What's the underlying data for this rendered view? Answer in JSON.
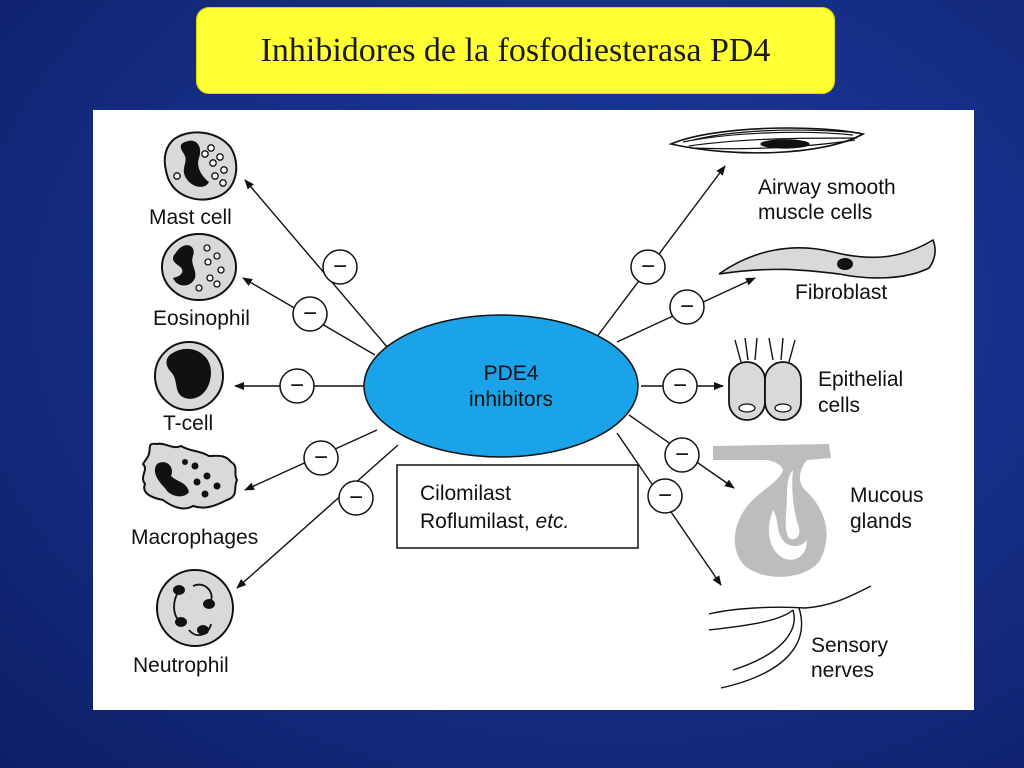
{
  "slide": {
    "title": "Inhibidores de la fosfodiesterasa PD4"
  },
  "diagram": {
    "center": {
      "line1": "PDE4",
      "line2": "inhibitors",
      "fill": "#1aa3e8"
    },
    "drug_box": {
      "line1": "Cilomilast",
      "line2": "Roflumilast, ",
      "line2_italic": "etc."
    },
    "inhibit_symbol": "−",
    "left_targets": [
      {
        "label": "Mast cell"
      },
      {
        "label": "Eosinophil"
      },
      {
        "label": "T-cell"
      },
      {
        "label": "Macrophages"
      },
      {
        "label": "Neutrophil"
      }
    ],
    "right_targets": [
      {
        "line1": "Airway smooth",
        "line2": "muscle cells"
      },
      {
        "line1": "Fibroblast",
        "line2": ""
      },
      {
        "line1": "Epithelial",
        "line2": "cells"
      },
      {
        "line1": "Mucous",
        "line2": "glands"
      },
      {
        "line1": "Sensory",
        "line2": "nerves"
      }
    ]
  }
}
